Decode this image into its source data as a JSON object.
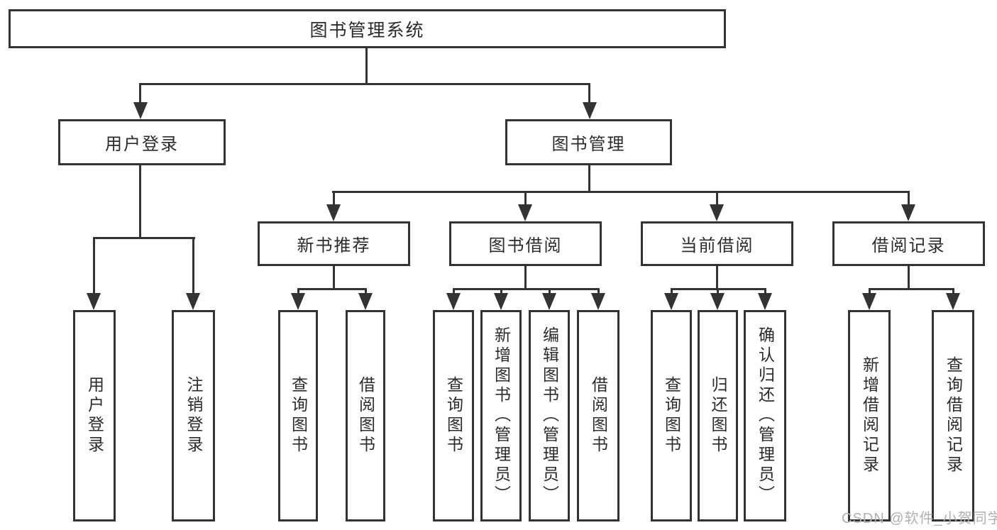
{
  "diagram": {
    "root": "图书管理系统",
    "level2": [
      "用户登录",
      "图书管理"
    ],
    "level3": [
      "新书推荐",
      "图书借阅",
      "当前借阅",
      "借阅记录"
    ],
    "leaves": {
      "user": [
        "用户登录",
        "注销登录"
      ],
      "recommend": [
        "查询图书",
        "借阅图书"
      ],
      "borrow": [
        "查询图书",
        "新增图书（管理员）",
        "编辑图书（管理员）",
        "借阅图书"
      ],
      "current": [
        "查询图书",
        "归还图书",
        "确认归还（管理员）"
      ],
      "records": [
        "新增借阅记录",
        "查询借阅记录"
      ]
    }
  },
  "watermark": {
    "text": "CSDN @软件_小贺同学"
  },
  "colors": {
    "line": "#333333",
    "text": "#2b2b2b",
    "box_fill": "#ffffff",
    "watermark": "#b0b0b0",
    "background": "#ffffff"
  }
}
